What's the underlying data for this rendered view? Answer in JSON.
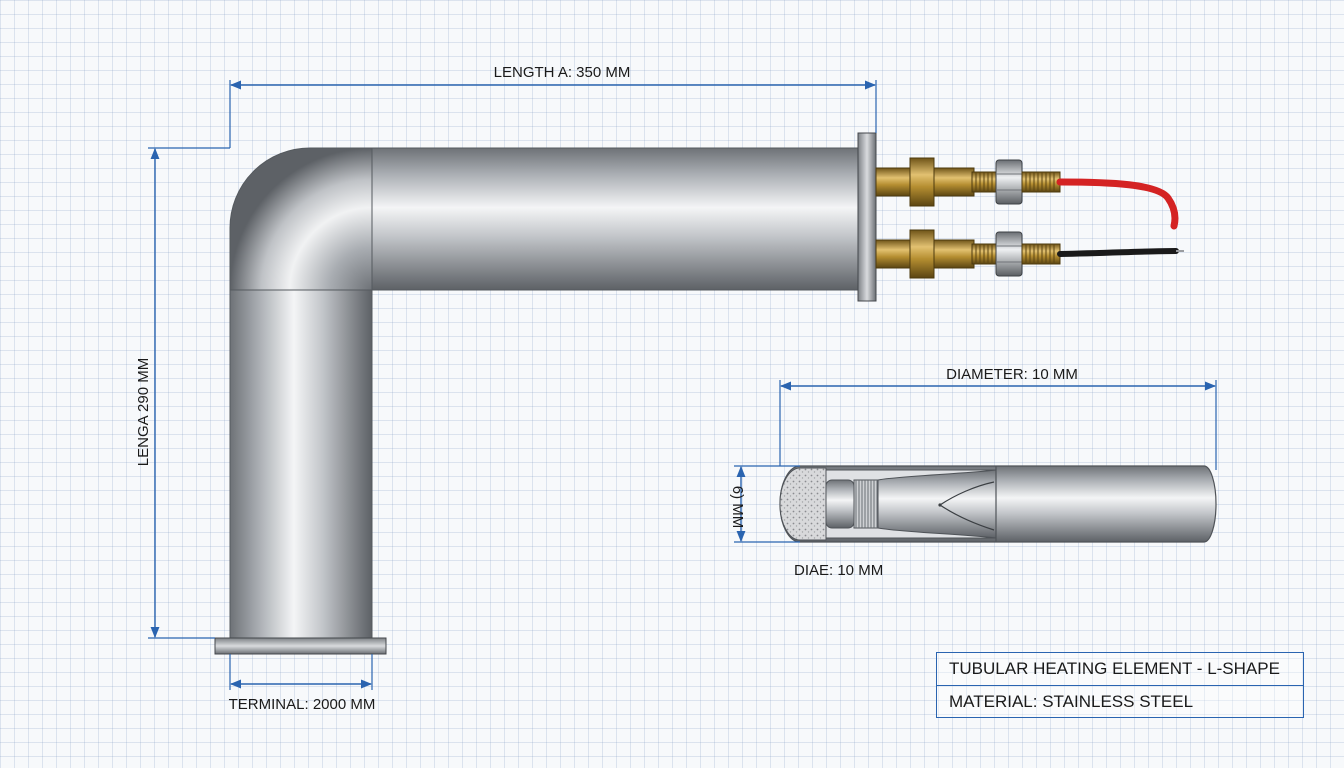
{
  "dimensions": {
    "length_a": "LENGTH A: 350 MM",
    "length_b": "LENGA 290 MM",
    "terminal": "TERMINAL: 2000 MM",
    "diameter_top": "DIAMETER: 10 MM",
    "diameter_small": "6) MM",
    "diameter_bottom": "DIAE: 10 MM"
  },
  "title_block": {
    "title": "TUBULAR HEATING ELEMENT - L-SHAPE",
    "material": "MATERIAL: STAINLESS STEEL"
  },
  "colors": {
    "dimension_line": "#2a64b0",
    "steel": "#b4b7bb",
    "brass": "#b08a2e",
    "red_wire": "#d42323",
    "black_wire": "#1a1a1a"
  }
}
